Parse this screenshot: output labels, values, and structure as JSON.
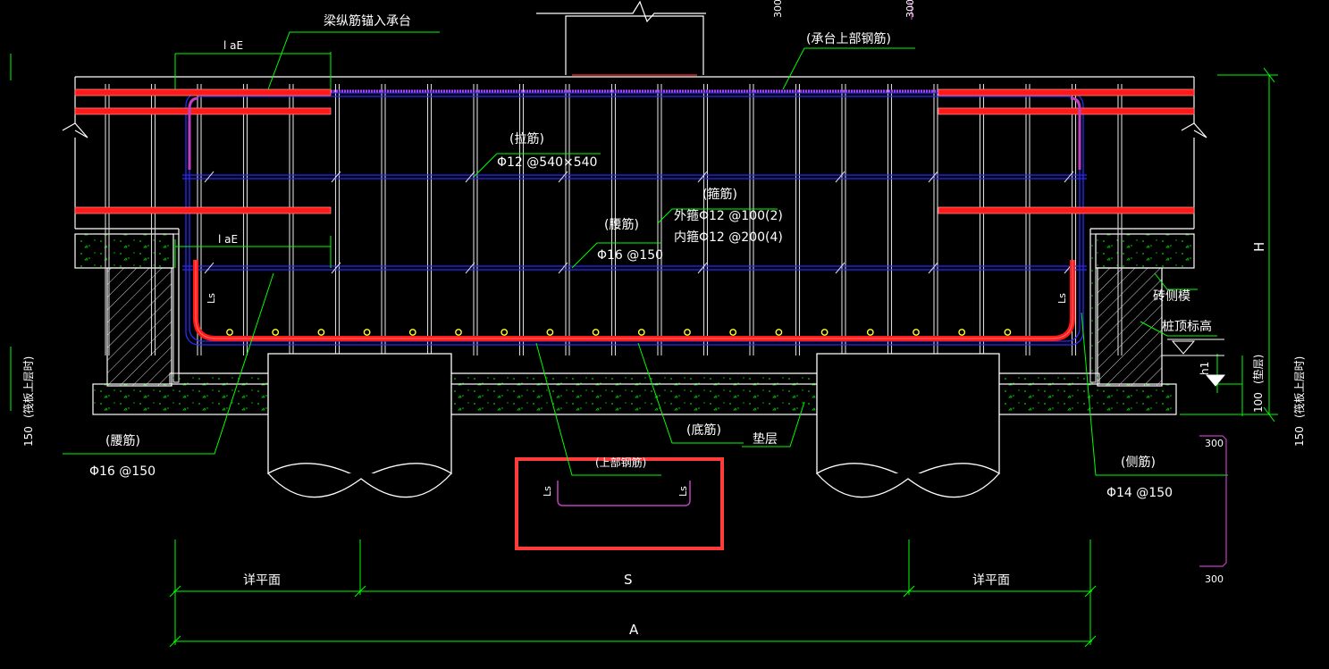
{
  "labels": {
    "beam_anchor": "梁纵筋锚入承台",
    "cap_top_rebar": "(承台上部钢筋)",
    "laE_top": "l aE",
    "laE_mid": "l aE",
    "tie_title": "(拉筋)",
    "tie_spec": "Φ12 @540×540",
    "stirrup_title": "(箍筋)",
    "stirrup_outer": "外箍Φ12 @100(2)",
    "stirrup_inner": "内箍Φ12 @200(4)",
    "waist_title_center": "(腰筋)",
    "waist_spec_center": "Φ16 @150",
    "waist_title_left": "(腰筋)",
    "waist_spec_left": "Φ16 @150",
    "bottom_rebar": "(底筋)",
    "cushion": "垫层",
    "top_rebar_bottom": "(上部钢筋)",
    "side_rebar_title": "(侧筋)",
    "side_rebar_spec": "Φ14 @150",
    "brick_form": "砖侧模",
    "pile_top": "桩顶标高",
    "cushion_right": "(垫层)",
    "ls_left": "Ls",
    "ls_right": "Ls",
    "ls_detail_left": "Ls",
    "ls_detail_right": "Ls",
    "H": "H",
    "h1": "h1",
    "dim_100": "100",
    "dim_150_left": "150",
    "dim_150_right": "150",
    "vert_note_left": "(筏板上层时)",
    "vert_note_right": "(筏板上层时)",
    "dim_300_top_a": "300",
    "dim_300_top_b": "300",
    "dim_300_r1": "300",
    "dim_300_r2": "300",
    "dim_pile_left": "详平面",
    "dim_pile_right": "详平面",
    "dim_S": "S",
    "dim_A": "A"
  },
  "colors": {
    "background": "#000000",
    "rebar_red": "#ff1a1a",
    "rebar_blue": "#2a2aff",
    "leader_green": "#00ff00",
    "line_white": "#ffffff",
    "magenta": "#c040c0",
    "highlight_box": "#ff3b3b",
    "yellow_dot": "#ffff33"
  }
}
